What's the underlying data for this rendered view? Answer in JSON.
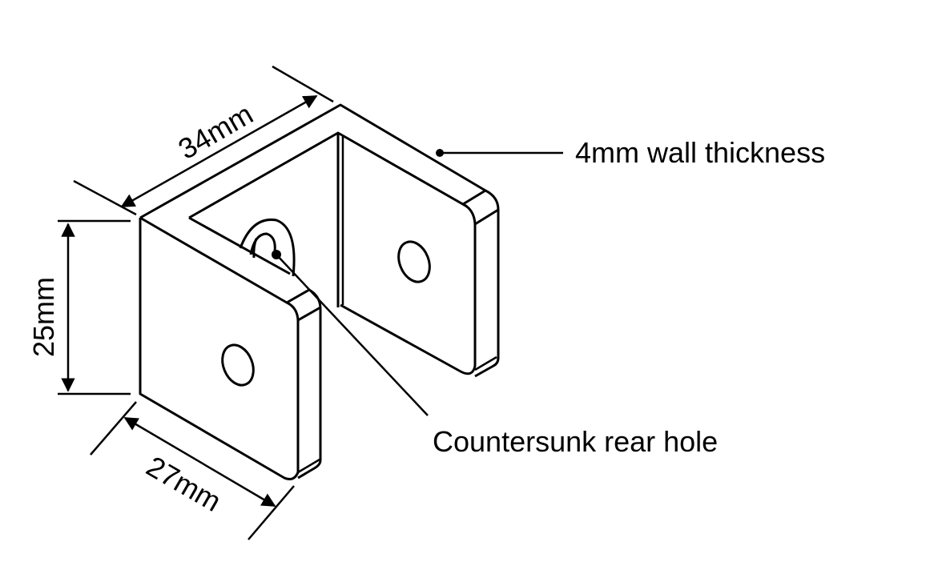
{
  "diagram": {
    "title": "U-bracket isometric drawing",
    "dimensions": {
      "length": "34mm",
      "height": "25mm",
      "depth": "27mm"
    },
    "callouts": {
      "wall_thickness": "4mm wall thickness",
      "rear_hole": "Countersunk rear hole"
    },
    "colors": {
      "line": "#000000",
      "background": "#ffffff"
    }
  }
}
